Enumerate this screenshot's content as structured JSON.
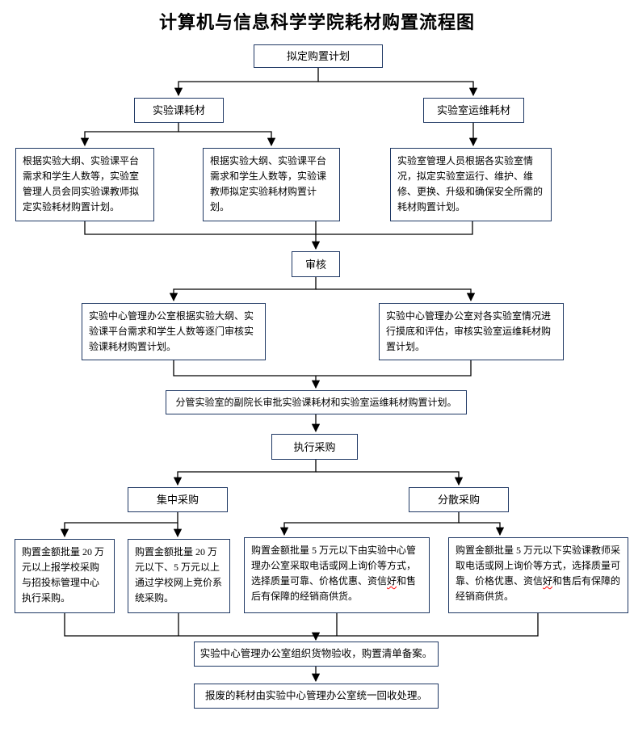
{
  "title": "计算机与信息科学学院耗材购置流程图",
  "nodes": {
    "plan": "拟定购置计划",
    "lab_course": "实验课耗材",
    "lab_ops": "实验室运维耗材",
    "c1": "根据实验大纲、实验课平台需求和学生人数等，实验室管理人员会同实验课教师拟定实验耗材购置计划。",
    "c2": "根据实验大纲、实验课平台需求和学生人数等，实验课教师拟定实验耗材购置计划。",
    "c3": "实验室管理人员根据各实验室情况，拟定实验室运行、维护、维修、更换、升级和确保安全所需的耗材购置计划。",
    "review": "审核",
    "d1": "实验中心管理办公室根据实验大纲、实验课平台需求和学生人数等逐门审核实验课耗材购置计划。",
    "d2": "实验中心管理办公室对各实验室情况进行摸底和评估，审核实验室运维耗材购置计划。",
    "approve": "分管实验室的副院长审批实验课耗材和实验室运维耗材购置计划。",
    "execute": "执行采购",
    "central": "集中采购",
    "decentral": "分散采购",
    "h1": "购置金额批量 20 万元以上报学校采购与招投标管理中心执行采购。",
    "h2": "购置金额批量 20 万元以下、5 万元以上通过学校网上竞价系统采购。",
    "h3_pre": "购置金额批量 5 万元以下由实验中心管理办公室采取电话或网上询价等方式，选择质量可靠、价格优惠、资信",
    "h3_mark": "好",
    "h3_post": "和售后有保障的经销商供货。",
    "h4_pre": "购置金额批量 5 万元以下实验课教师采取电话或网上询价等方式，选择质量可靠、价格优惠、资信",
    "h4_mark": "好",
    "h4_post": "和售后有保障的经销商供货。",
    "accept": "实验中心管理办公室组织货物验收，购置清单备案。",
    "recycle": "报废的耗材由实验中心管理办公室统一回收处理。"
  },
  "colors": {
    "box_border": "#1f3864",
    "connector": "#000000",
    "spellcheck_underline": "#ff0000",
    "text": "#000000",
    "background": "#ffffff"
  }
}
